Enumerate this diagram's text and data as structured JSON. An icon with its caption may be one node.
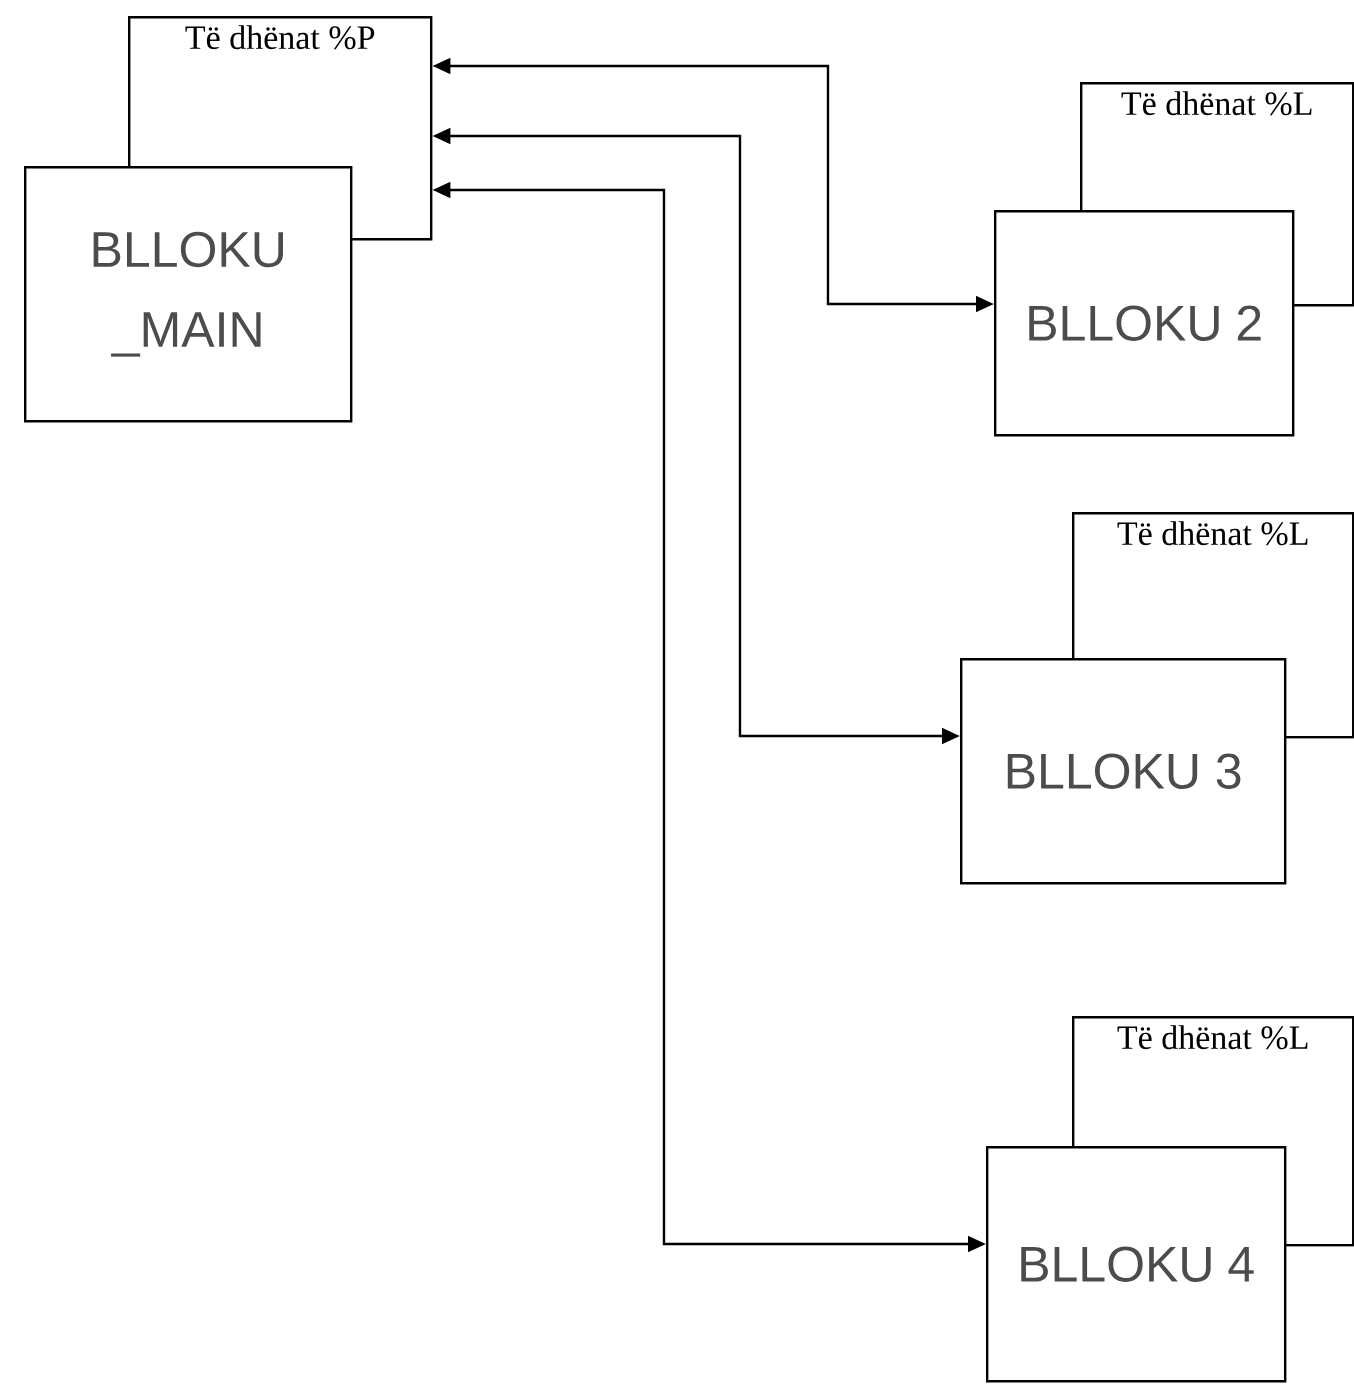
{
  "diagram": {
    "nodes": [
      {
        "text": [
          "Të dhënat %P"
        ]
      },
      {
        "text": [
          "BLLOKU _MAIN"
        ]
      },
      {
        "text": [
          "Të dhënat %L"
        ]
      },
      {
        "text": [
          "BLLOKU 2"
        ]
      },
      {
        "text": [
          "Të dhënat %L"
        ]
      },
      {
        "text": [
          "BLLOKU 3"
        ]
      },
      {
        "text": [
          "Të dhënat %L"
        ]
      },
      {
        "text": [
          "BLLOKU 4"
        ]
      }
    ],
    "edges": [
      {
        "from": 0,
        "to": 3,
        "arrow": "both"
      },
      {
        "from": 0,
        "to": 5,
        "arrow": "both"
      },
      {
        "from": 0,
        "to": 7,
        "arrow": "both"
      }
    ]
  }
}
